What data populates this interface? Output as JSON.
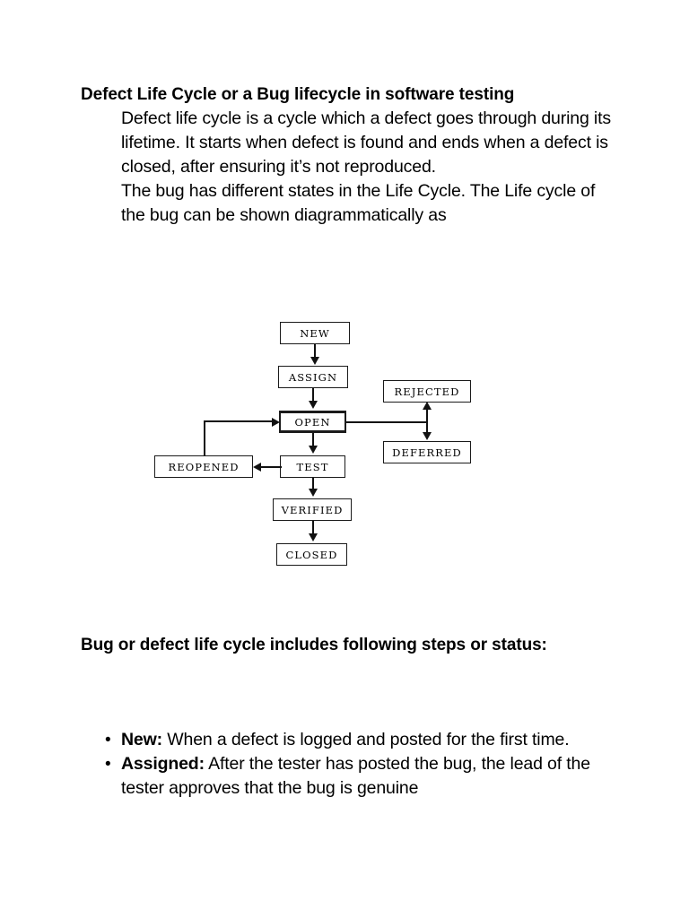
{
  "document": {
    "title": "Defect Life Cycle or a Bug lifecycle in software testing",
    "intro_paragraphs": [
      "Defect life cycle is a cycle which a defect goes through during its lifetime. It starts when defect is found and ends when a defect is closed, after ensuring it’s not reproduced.",
      "The bug has different states in the Life Cycle. The Life cycle of the bug can be shown diagrammatically as"
    ],
    "section_heading": "Bug or defect life cycle includes following steps or status:"
  },
  "diagram": {
    "type": "flowchart",
    "nodes": [
      {
        "id": "new",
        "label": "NEW"
      },
      {
        "id": "assign",
        "label": "ASSIGN"
      },
      {
        "id": "open",
        "label": "OPEN"
      },
      {
        "id": "test",
        "label": "TEST"
      },
      {
        "id": "verified",
        "label": "VERIFIED"
      },
      {
        "id": "closed",
        "label": "CLOSED"
      },
      {
        "id": "reopened",
        "label": "REOPENED"
      },
      {
        "id": "rejected",
        "label": "REJECTED"
      },
      {
        "id": "deferred",
        "label": "DEFERRED"
      }
    ],
    "edges": [
      {
        "from": "new",
        "to": "assign",
        "arrow": "down"
      },
      {
        "from": "assign",
        "to": "open",
        "arrow": "down"
      },
      {
        "from": "open",
        "to": "test",
        "arrow": "down"
      },
      {
        "from": "test",
        "to": "verified",
        "arrow": "down"
      },
      {
        "from": "verified",
        "to": "closed",
        "arrow": "down"
      },
      {
        "from": "test",
        "to": "reopened",
        "arrow": "left"
      },
      {
        "from": "reopened",
        "to": "open",
        "arrow": "right"
      },
      {
        "from": "open",
        "to": "rejected",
        "arrow": "up"
      },
      {
        "from": "open",
        "to": "deferred",
        "arrow": "down"
      }
    ]
  },
  "status_items": [
    {
      "bullet": "•",
      "term": "New:",
      "description": "  When a defect is logged and posted for the first time."
    },
    {
      "bullet": "•",
      "term": "Assigned:",
      "description": "  After the tester has posted the bug, the lead of the tester approves that the bug is genuine"
    }
  ]
}
